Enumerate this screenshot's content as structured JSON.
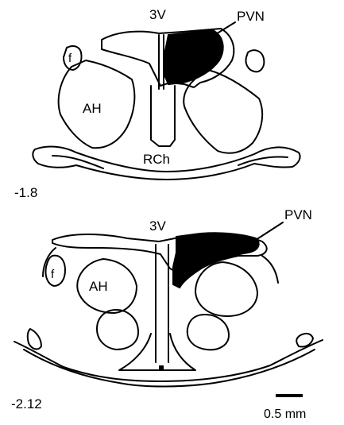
{
  "top_section": {
    "label_3v": "3V",
    "label_pvn": "PVN",
    "label_f": "f",
    "label_ah": "AH",
    "label_rch": "RCh",
    "coordinate": "-1.8"
  },
  "bottom_section": {
    "label_3v": "3V",
    "label_pvn": "PVN",
    "label_f": "f",
    "label_ah": "AH",
    "coordinate": "-2.12"
  },
  "scale_bar": {
    "label": "0.5 mm"
  },
  "colors": {
    "ink": "#000000",
    "background": "#ffffff"
  }
}
